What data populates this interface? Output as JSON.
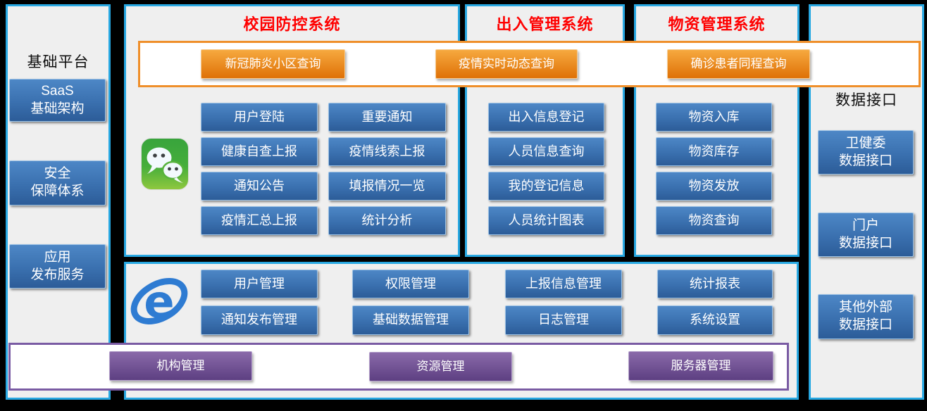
{
  "colors": {
    "bg": "#000000",
    "panel_border": "#28a8e2",
    "panel_bg": "#efefef",
    "title_red": "#ff0000",
    "blue_btn_top": "#4d87c6",
    "blue_btn_bottom": "#2c5c98",
    "blue_btn_border": "#9dc3e6",
    "orange_btn_top": "#f6a93f",
    "orange_btn_bottom": "#df7107",
    "orange_border": "#ef8f2a",
    "purple_btn_top": "#8a6aaa",
    "purple_btn_bottom": "#5d3f82",
    "purple_border": "#7a5ba3",
    "wechat_green": "#46ae3b",
    "ie_blue": "#2e7bd2"
  },
  "left_sidebar": {
    "title": "基础平台",
    "items": [
      {
        "label": "SaaS\n基础架构"
      },
      {
        "label": "安全\n保障体系"
      },
      {
        "label": "应用\n发布服务"
      }
    ]
  },
  "query_banner": {
    "buttons": [
      {
        "label": "新冠肺炎小区查询"
      },
      {
        "label": "疫情实时动态查询"
      },
      {
        "label": "确诊患者同程查询"
      }
    ]
  },
  "campus_system": {
    "title": "校园防控系统",
    "col1": [
      {
        "label": "用户登陆"
      },
      {
        "label": "健康自查上报"
      },
      {
        "label": "通知公告"
      },
      {
        "label": "疫情汇总上报"
      }
    ],
    "col2": [
      {
        "label": "重要通知"
      },
      {
        "label": "疫情线索上报"
      },
      {
        "label": "填报情况一览"
      },
      {
        "label": "统计分析"
      }
    ]
  },
  "access_system": {
    "title": "出入管理系统",
    "items": [
      {
        "label": "出入信息登记"
      },
      {
        "label": "人员信息查询"
      },
      {
        "label": "我的登记信息"
      },
      {
        "label": "人员统计图表"
      }
    ]
  },
  "materials_system": {
    "title": "物资管理系统",
    "items": [
      {
        "label": "物资入库"
      },
      {
        "label": "物资库存"
      },
      {
        "label": "物资发放"
      },
      {
        "label": "物资查询"
      }
    ]
  },
  "admin_system": {
    "row1": [
      {
        "label": "用户管理"
      },
      {
        "label": "权限管理"
      },
      {
        "label": "上报信息管理"
      },
      {
        "label": "统计报表"
      }
    ],
    "row2": [
      {
        "label": "通知发布管理"
      },
      {
        "label": "基础数据管理"
      },
      {
        "label": "日志管理"
      },
      {
        "label": "系统设置"
      }
    ]
  },
  "infra_banner": {
    "buttons": [
      {
        "label": "机构管理"
      },
      {
        "label": "资源管理"
      },
      {
        "label": "服务器管理"
      }
    ]
  },
  "right_sidebar": {
    "title": "数据接口",
    "items": [
      {
        "label": "卫健委\n数据接口"
      },
      {
        "label": "门户\n数据接口"
      },
      {
        "label": "其他外部\n数据接口"
      }
    ]
  },
  "icons": {
    "wechat": "wechat-icon",
    "ie": "ie-icon"
  }
}
